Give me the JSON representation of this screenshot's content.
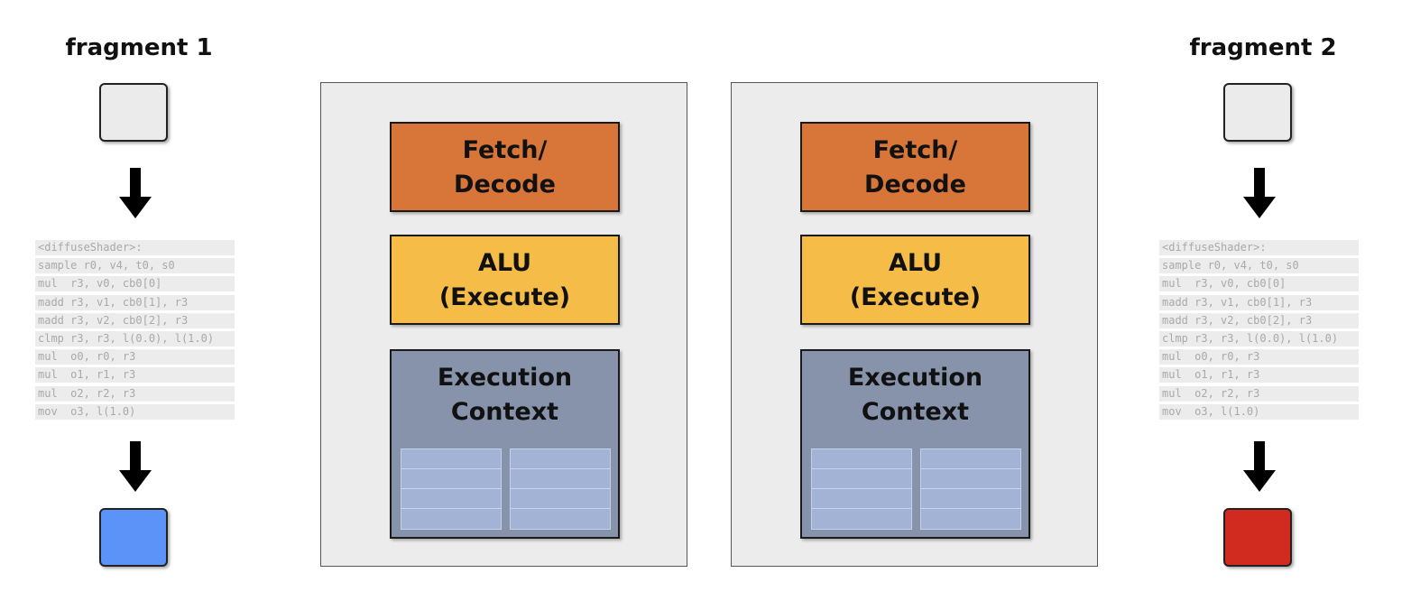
{
  "fragments": [
    {
      "title": "fragment 1",
      "output_color": "#5b93f8"
    },
    {
      "title": "fragment 2",
      "output_color": "#d12a1f"
    }
  ],
  "input_color": "#ebebeb",
  "shader_code": [
    "<diffuseShader>:",
    "sample r0, v4, t0, s0",
    "mul  r3, v0, cb0[0]",
    "madd r3, v1, cb0[1], r3",
    "madd r3, v2, cb0[2], r3",
    "clmp r3, r3, l(0.0), l(1.0)",
    "mul  o0, r0, r3",
    "mul  o1, r1, r3",
    "mul  o2, r2, r3",
    "mov  o3, l(1.0)"
  ],
  "cores": [
    {
      "fetch": [
        "Fetch/",
        "Decode"
      ],
      "alu": [
        "ALU",
        "(Execute)"
      ],
      "ctx": [
        "Execution",
        "Context"
      ]
    },
    {
      "fetch": [
        "Fetch/",
        "Decode"
      ],
      "alu": [
        "ALU",
        "(Execute)"
      ],
      "ctx": [
        "Execution",
        "Context"
      ]
    }
  ],
  "colors": {
    "fetch": "#d77638",
    "alu": "#f5bd48",
    "context": "#8792ab",
    "registers": "#a3b3d6",
    "core_bg": "#ececec"
  }
}
